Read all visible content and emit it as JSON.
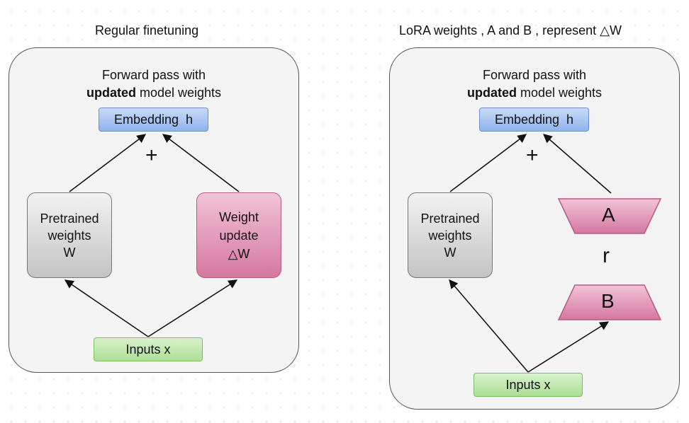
{
  "left": {
    "title": "Regular finetuning",
    "caption_line1": "Forward pass with",
    "caption_bold": "updated",
    "caption_rest": " model weights",
    "embedding": "Embedding  h",
    "plus": "+",
    "pretrained": [
      "Pretrained",
      "weights",
      "W"
    ],
    "weight_update": [
      "Weight",
      "update",
      "△W"
    ],
    "inputs": "Inputs x"
  },
  "right": {
    "title": "LoRA weights , A and B , represent △W",
    "caption_line1": "Forward pass with",
    "caption_bold": "updated",
    "caption_rest": " model weights",
    "embedding": "Embedding  h",
    "plus": "+",
    "pretrained": [
      "Pretrained",
      "weights",
      "W"
    ],
    "matrix_a": "A",
    "rank": "r",
    "matrix_b": "B",
    "inputs": "Inputs x"
  },
  "colors": {
    "embedding": "#a8c6f2",
    "inputs": "#c3eab0",
    "pretrained": "#d9d9d9",
    "weight_update": "#e39bbb",
    "panel": "#f4f4f4"
  }
}
